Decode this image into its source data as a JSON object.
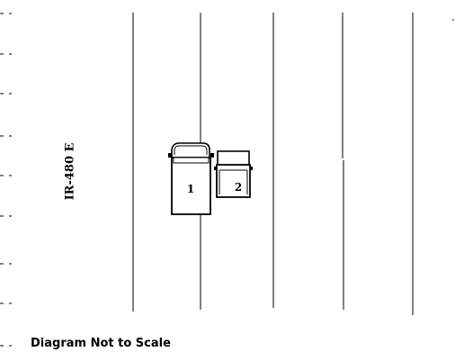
{
  "road": {
    "label": "IR-480 E"
  },
  "vehicles": [
    {
      "number": "1"
    },
    {
      "number": "2"
    }
  ],
  "caption": "Diagram Not to Scale"
}
